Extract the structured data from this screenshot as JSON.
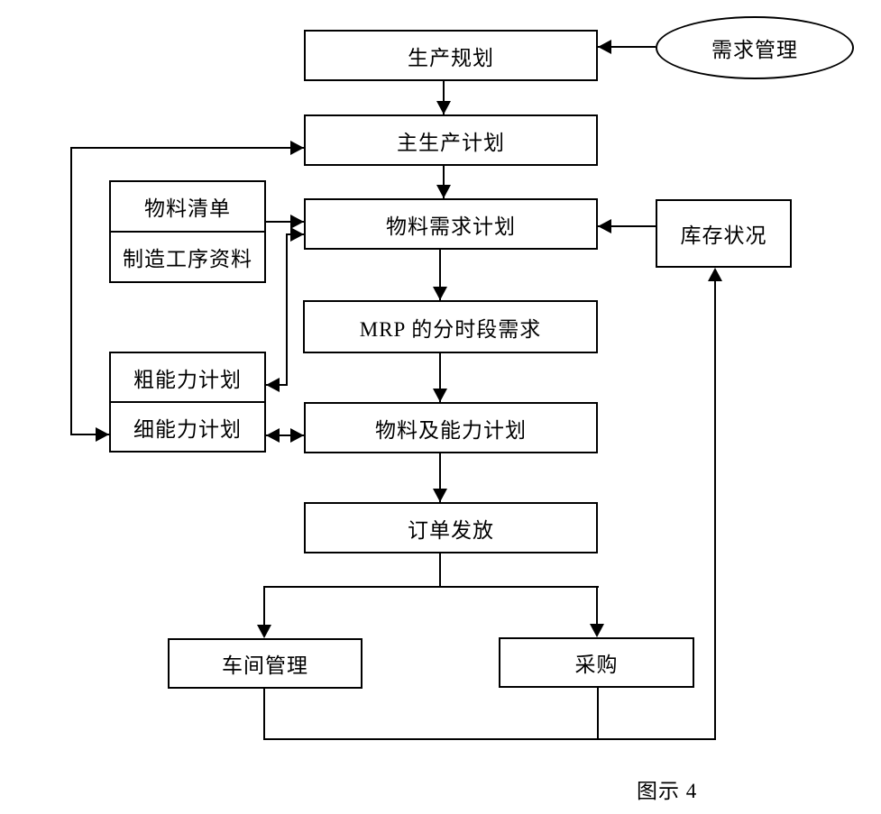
{
  "nodes": {
    "production_planning": {
      "label": "生产规划"
    },
    "demand_management": {
      "label": "需求管理"
    },
    "master_production_schedule": {
      "label": "主生产计划"
    },
    "bill_of_materials": {
      "label": "物料清单"
    },
    "manufacturing_process_data": {
      "label": "制造工序资料"
    },
    "material_requirements_planning": {
      "label": "物料需求计划"
    },
    "inventory_status": {
      "label": "库存状况"
    },
    "mrp_time_phased_requirements": {
      "label": "MRP 的分时段需求"
    },
    "rough_cut_capacity_planning": {
      "label": "粗能力计划"
    },
    "detailed_capacity_planning": {
      "label": "细能力计划"
    },
    "material_and_capacity_planning": {
      "label": "物料及能力计划"
    },
    "order_release": {
      "label": "订单发放"
    },
    "shop_floor_management": {
      "label": "车间管理"
    },
    "purchasing": {
      "label": "采购"
    }
  },
  "caption": "图示 4",
  "edges": [
    {
      "from": "demand_management",
      "to": "production_planning",
      "bidirectional": false
    },
    {
      "from": "production_planning",
      "to": "master_production_schedule",
      "bidirectional": false
    },
    {
      "from": "master_production_schedule",
      "to": "material_requirements_planning",
      "bidirectional": false
    },
    {
      "from": "bill_of_materials",
      "to": "material_requirements_planning",
      "bidirectional": false
    },
    {
      "from": "rough_cut_capacity_planning",
      "to": "material_requirements_planning",
      "bidirectional": true
    },
    {
      "from": "inventory_status",
      "to": "material_requirements_planning",
      "bidirectional": false
    },
    {
      "from": "material_requirements_planning",
      "to": "mrp_time_phased_requirements",
      "bidirectional": false
    },
    {
      "from": "mrp_time_phased_requirements",
      "to": "material_and_capacity_planning",
      "bidirectional": false
    },
    {
      "from": "detailed_capacity_planning",
      "to": "material_and_capacity_planning",
      "bidirectional": true
    },
    {
      "from": "master_production_schedule",
      "to": "detailed_capacity_planning",
      "bidirectional": true
    },
    {
      "from": "material_and_capacity_planning",
      "to": "order_release",
      "bidirectional": false
    },
    {
      "from": "order_release",
      "to": "shop_floor_management",
      "bidirectional": false
    },
    {
      "from": "order_release",
      "to": "purchasing",
      "bidirectional": false
    },
    {
      "from": "shop_floor_management",
      "to": "inventory_status",
      "bidirectional": false
    },
    {
      "from": "purchasing",
      "to": "inventory_status",
      "bidirectional": false
    }
  ],
  "colors": {
    "line": "#000000",
    "background": "#ffffff",
    "text": "#000000"
  }
}
